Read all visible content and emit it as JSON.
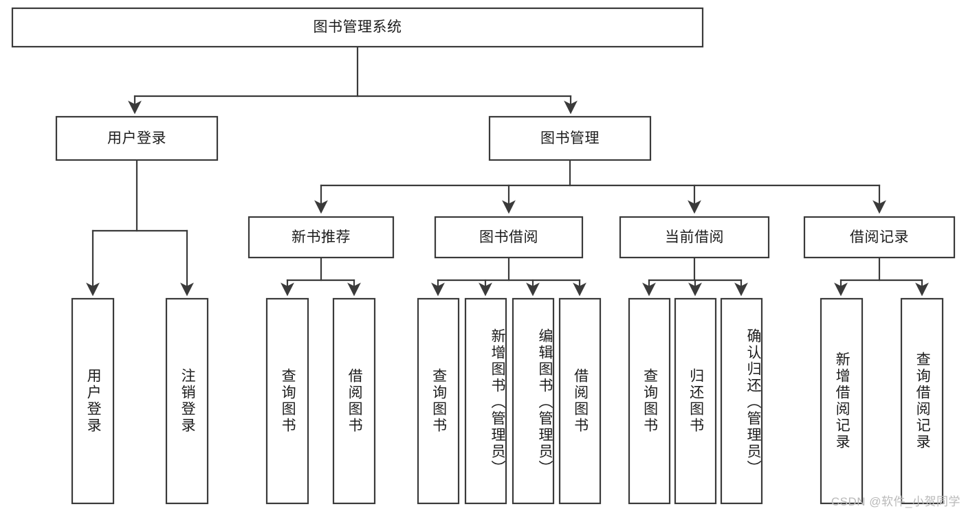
{
  "diagram": {
    "type": "hierarchy-tree",
    "title": "图书管理系统",
    "orientation": "top-down",
    "colors": {
      "box_stroke": "#3a3a3a",
      "box_fill": "#ffffff",
      "line": "#3a3a3a",
      "text": "#1c1c1c",
      "watermark": "#b9b9b9",
      "background": "#ffffff"
    },
    "root": {
      "label": "图书管理系统"
    },
    "level2": [
      {
        "label": "用户登录"
      },
      {
        "label": "图书管理"
      }
    ],
    "level3": [
      {
        "label": "新书推荐"
      },
      {
        "label": "图书借阅"
      },
      {
        "label": "当前借阅"
      },
      {
        "label": "借阅记录"
      }
    ],
    "leaves": {
      "user_login": [
        {
          "label": "用户登录"
        },
        {
          "label": "注销登录"
        }
      ],
      "new_book_recommend": [
        {
          "label": "查询图书"
        },
        {
          "label": "借阅图书"
        }
      ],
      "book_borrow": [
        {
          "label": "查询图书"
        },
        {
          "label": "新增图书（管理员）"
        },
        {
          "label": "编辑图书（管理员）"
        },
        {
          "label": "借阅图书"
        }
      ],
      "current_borrow": [
        {
          "label": "查询图书"
        },
        {
          "label": "归还图书"
        },
        {
          "label": "确认归还（管理员）"
        }
      ],
      "borrow_record": [
        {
          "label": "新增借阅记录"
        },
        {
          "label": "查询借阅记录"
        }
      ]
    }
  },
  "watermark": {
    "text": "CSDN @软件_小贺同学"
  }
}
